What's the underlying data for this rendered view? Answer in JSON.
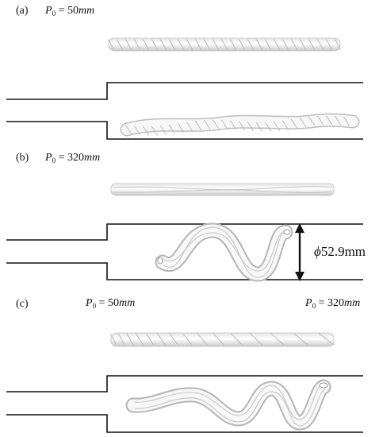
{
  "panels": [
    {
      "label": "(a)",
      "param": {
        "symbol": "P",
        "subscript": "0",
        "eq": " = ",
        "value": "50",
        "unit": "mm"
      }
    },
    {
      "label": "(b)",
      "param": {
        "symbol": "P",
        "subscript": "0",
        "eq": " = ",
        "value": "320",
        "unit": "mm"
      }
    },
    {
      "label": "(c)",
      "param_left": {
        "symbol": "P",
        "subscript": "0",
        "eq": " = ",
        "value": "50",
        "unit": "mm"
      },
      "param_right": {
        "symbol": "P",
        "subscript": "0",
        "eq": " = ",
        "value": "320",
        "unit": "mm"
      }
    }
  ],
  "dimension": {
    "symbol": "ϕ",
    "value": "52.9",
    "unit": "mm"
  },
  "colors": {
    "line": "#111111",
    "strand": "#f2f2f2",
    "strand_edge": "#b8b8b8"
  }
}
